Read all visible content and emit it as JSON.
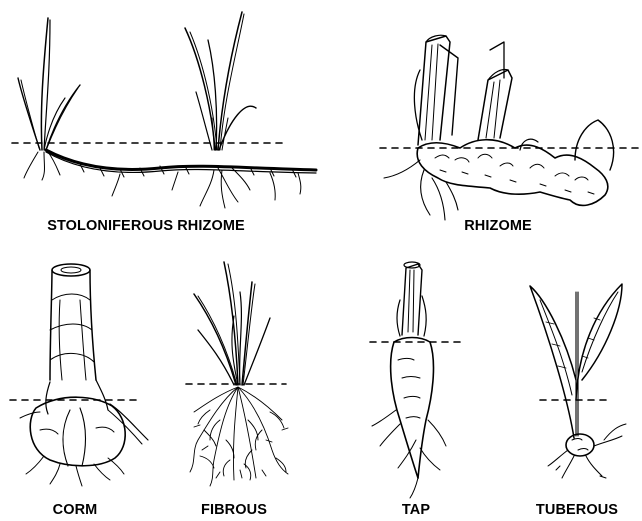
{
  "labels": {
    "stoloniferous_rhizome": "STOLONIFEROUS RHIZOME",
    "rhizome": "RHIZOME",
    "corm": "CORM",
    "fibrous": "FIBROUS",
    "tap": "TAP",
    "tuberous": "TUBEROUS"
  },
  "colors": {
    "ink": "#000000",
    "background": "#ffffff"
  }
}
